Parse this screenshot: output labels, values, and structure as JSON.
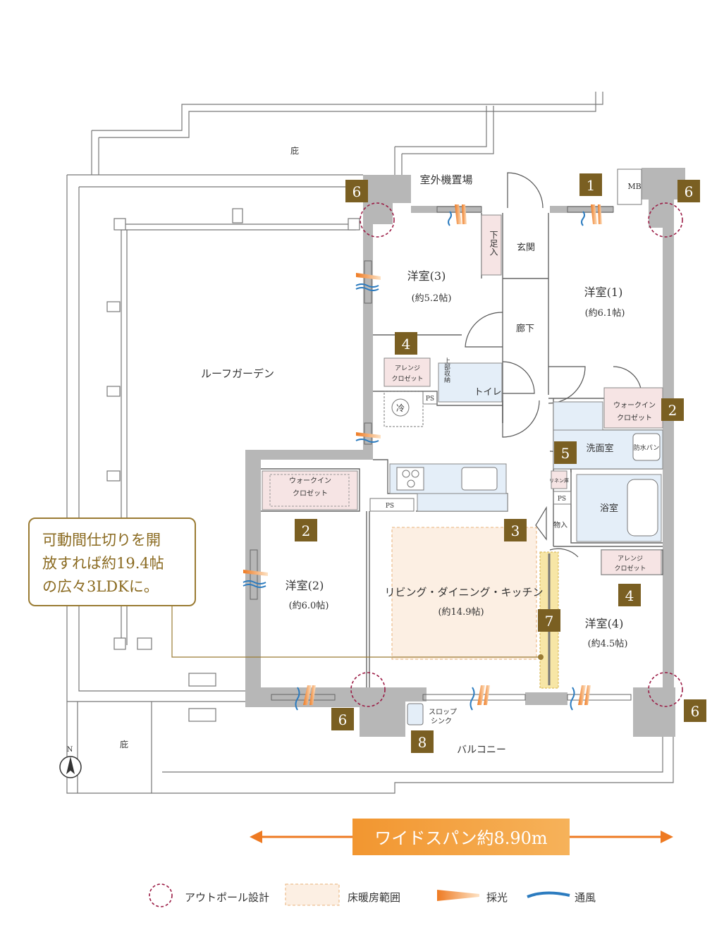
{
  "rooms": {
    "hisashi_top": "庇",
    "shitsugai": "室外機置場",
    "mb": "MB",
    "genkan": "玄関",
    "geta": "下足入",
    "youshitsu3": "洋室(3)",
    "youshitsu3_size": "(約5.2帖)",
    "youshitsu1": "洋室(1)",
    "youshitsu1_size": "(約6.1帖)",
    "roka": "廊下",
    "roof_garden": "ルーフガーデン",
    "arrange_closet_a": "アレンジ",
    "arrange_closet_b": "クロゼット",
    "joge": "上部収納",
    "toilet": "トイレ",
    "ps1": "PS",
    "rei": "冷",
    "walkin_a": "ウォークイン",
    "walkin_b": "クロゼット",
    "senmen": "洗面室",
    "bousui": "防水パン",
    "linen": "リネン庫",
    "ps2": "PS",
    "yokushitsu": "浴室",
    "monoire": "物入",
    "walkin2_a": "ウォークイン",
    "walkin2_b": "クロゼット",
    "ps3": "PS",
    "youshitsu2": "洋室(2)",
    "youshitsu2_size": "(約6.0帖)",
    "ldk": "リビング・ダイニング・キッチン",
    "ldk_size": "(約14.9帖)",
    "arrange2_a": "アレンジ",
    "arrange2_b": "クロゼット",
    "youshitsu4": "洋室(4)",
    "youshitsu4_size": "(約4.5帖)",
    "slop_a": "スロップ",
    "slop_b": "シンク",
    "hisashi_bottom": "庇",
    "balcony": "バルコニー",
    "north": "N"
  },
  "badges": {
    "b1": "1",
    "b2a": "2",
    "b2b": "2",
    "b3": "3",
    "b4a": "4",
    "b4b": "4",
    "b5": "5",
    "b6a": "6",
    "b6b": "6",
    "b6c": "6",
    "b6d": "6",
    "b7": "7",
    "b8": "8"
  },
  "callout": {
    "line1": "可動間仕切りを開",
    "line2": "放すれば約19.4帖",
    "line3": "の広々3LDKに。"
  },
  "span": {
    "label": "ワイドスパン約8.90m"
  },
  "legend": {
    "outpole": "アウトポール設計",
    "floor_heating": "床暖房範囲",
    "light": "採光",
    "wind": "通風"
  },
  "colors": {
    "badge": "#7a5f22",
    "wall": "#b7b7b7",
    "floor_heat": "#fcefe3",
    "wet_area": "#e4eef8",
    "closet": "#f6e4e4",
    "accent_orange": "#ee7a22",
    "outpole_circle": "#9b1c45",
    "wind_blue": "#2b7bbf"
  }
}
